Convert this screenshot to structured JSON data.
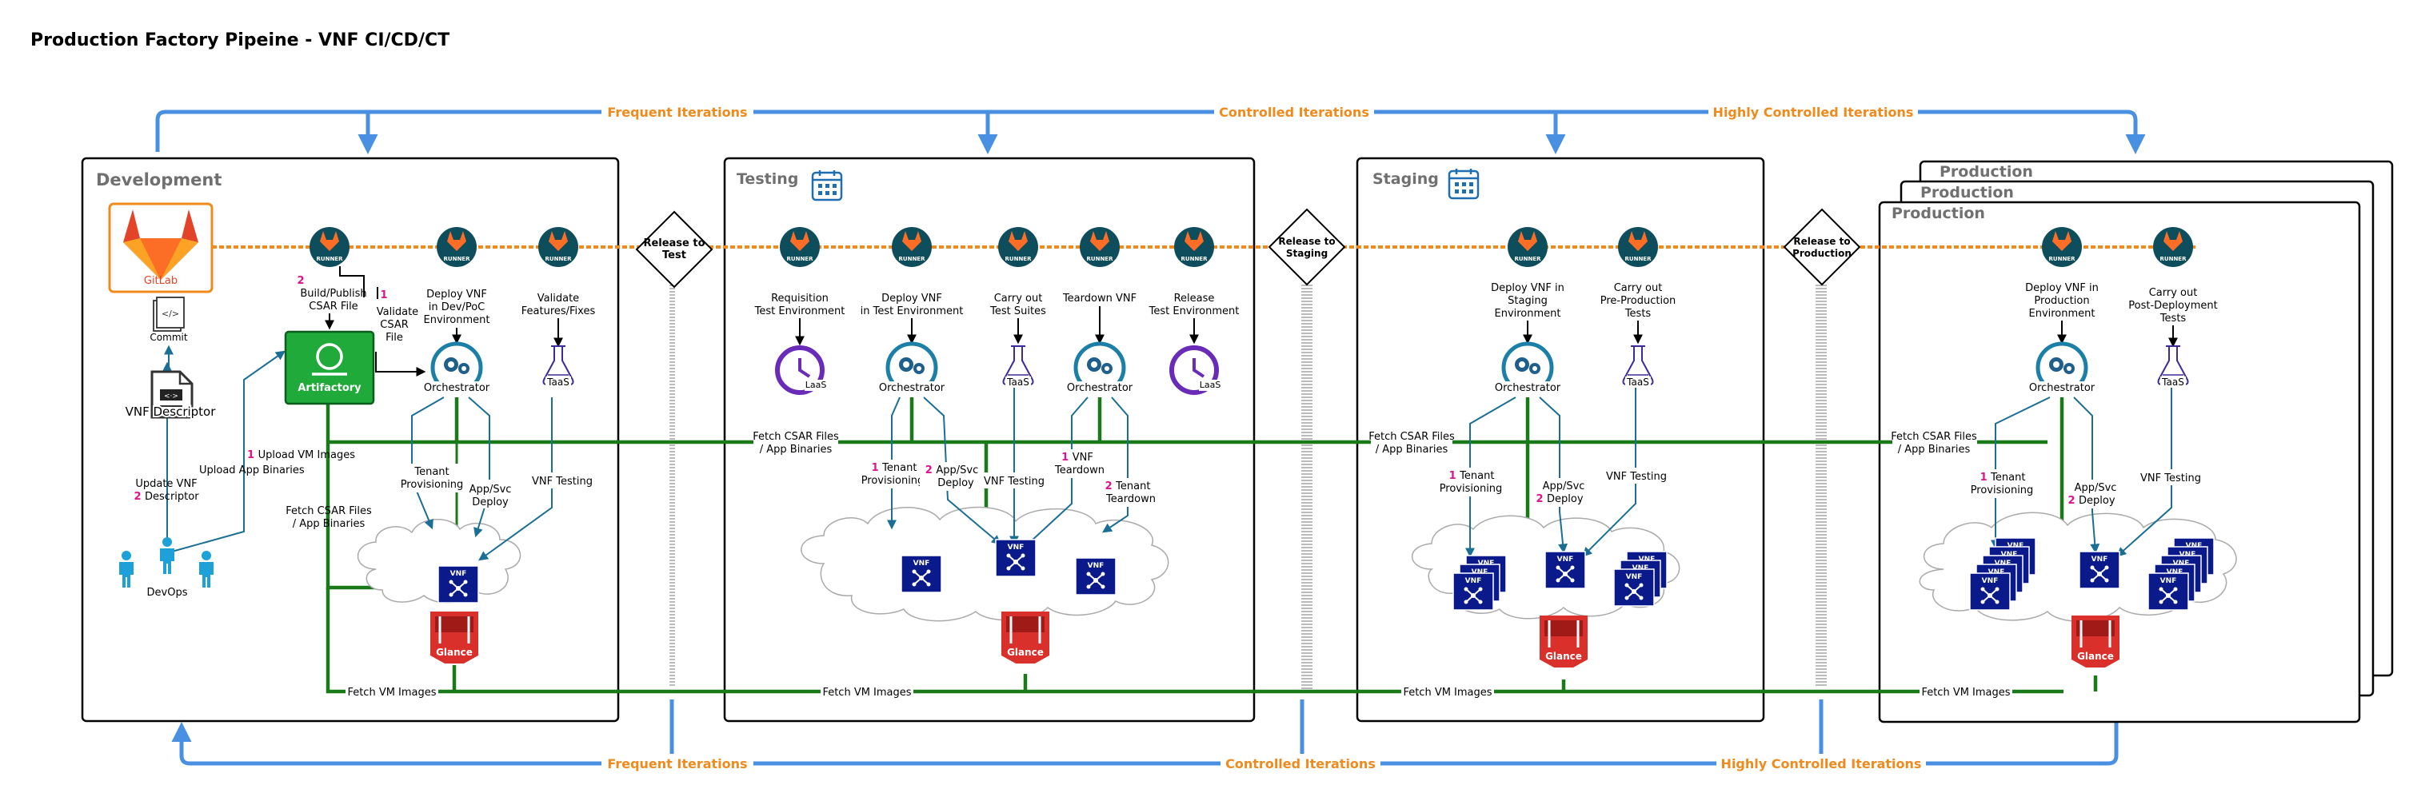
{
  "title": "Production Factory Pipeine - VNF CI/CD/CT",
  "colors": {
    "blue_arrow": "#4a90e2",
    "orange_text": "#f08a1c",
    "green_line": "#1a7a1a",
    "pipeline_orange": "#f08a1c",
    "runner_bg": "#0e4d5c",
    "artifactory": "#1faa3a",
    "vnf_blue": "#0a1a8a",
    "glance_red": "#d9302c",
    "num_red": "#e0118c",
    "orch_blue": "#1b7fa8",
    "laas_purple": "#6a2bb8"
  },
  "top_labels": {
    "frequent": "Frequent Iterations",
    "controlled": "Controlled Iterations",
    "highly": "Highly Controlled Iterations"
  },
  "bottom_labels": {
    "frequent": "Frequent Iterations",
    "controlled": "Controlled Iterations",
    "highly": "Highly Controlled Iterations"
  },
  "gates": {
    "test": "Release to Test",
    "staging": "Release to Staging",
    "production": "Release to Production"
  },
  "common": {
    "runner": "RUNNER",
    "orchestrator": "Orchestrator",
    "taas": "TaaS",
    "laas": "LaaS",
    "vnf": "VNF",
    "glance": "Glance",
    "fetch_vm": "Fetch VM Images",
    "fetch_csar": "Fetch CSAR Files / App Binaries",
    "tenant_prov": "Tenant Provisioning",
    "app_svc": "App/Svc Deploy",
    "vnf_testing": "VNF Testing",
    "num1": "1",
    "num2": "2"
  },
  "dev": {
    "title": "Development",
    "gitlab": "GitLab",
    "commit": "Commit",
    "vnf_descriptor": "VNF Descriptor",
    "devops": "DevOps",
    "update_vnf": "Update VNF",
    "descriptor": "Descriptor",
    "upload_vm": "Upload VM Images",
    "upload_app": "Upload App Binaries",
    "artifactory": "Artifactory",
    "build": "Build/Publish CSAR File",
    "validate_csar": "Validate CSAR File",
    "deploy": "Deploy VNF in Dev/PoC Environment",
    "validate_fix": "Validate Features/Fixes",
    "fetch_csar": "Fetch CSAR Files / App Binaries"
  },
  "test": {
    "title": "Testing",
    "req": "Requisition Test Environment",
    "deploy": "Deploy VNF in Test Environment",
    "carry": "Carry out Test Suites",
    "teardown": "Teardown VNF",
    "release_env": "Release Test Environment",
    "vnf_teardown": "VNF Teardown",
    "teardown2": "Teardown"
  },
  "staging": {
    "title": "Staging",
    "deploy": "Deploy VNF in Staging Environment",
    "carry": "Carry out Pre-Production Tests"
  },
  "prod": {
    "titles": [
      "Production",
      "Production",
      "Production"
    ],
    "deploy": "Deploy VNF in Production Environment",
    "carry": "Carry out Post-Deployment Tests"
  }
}
